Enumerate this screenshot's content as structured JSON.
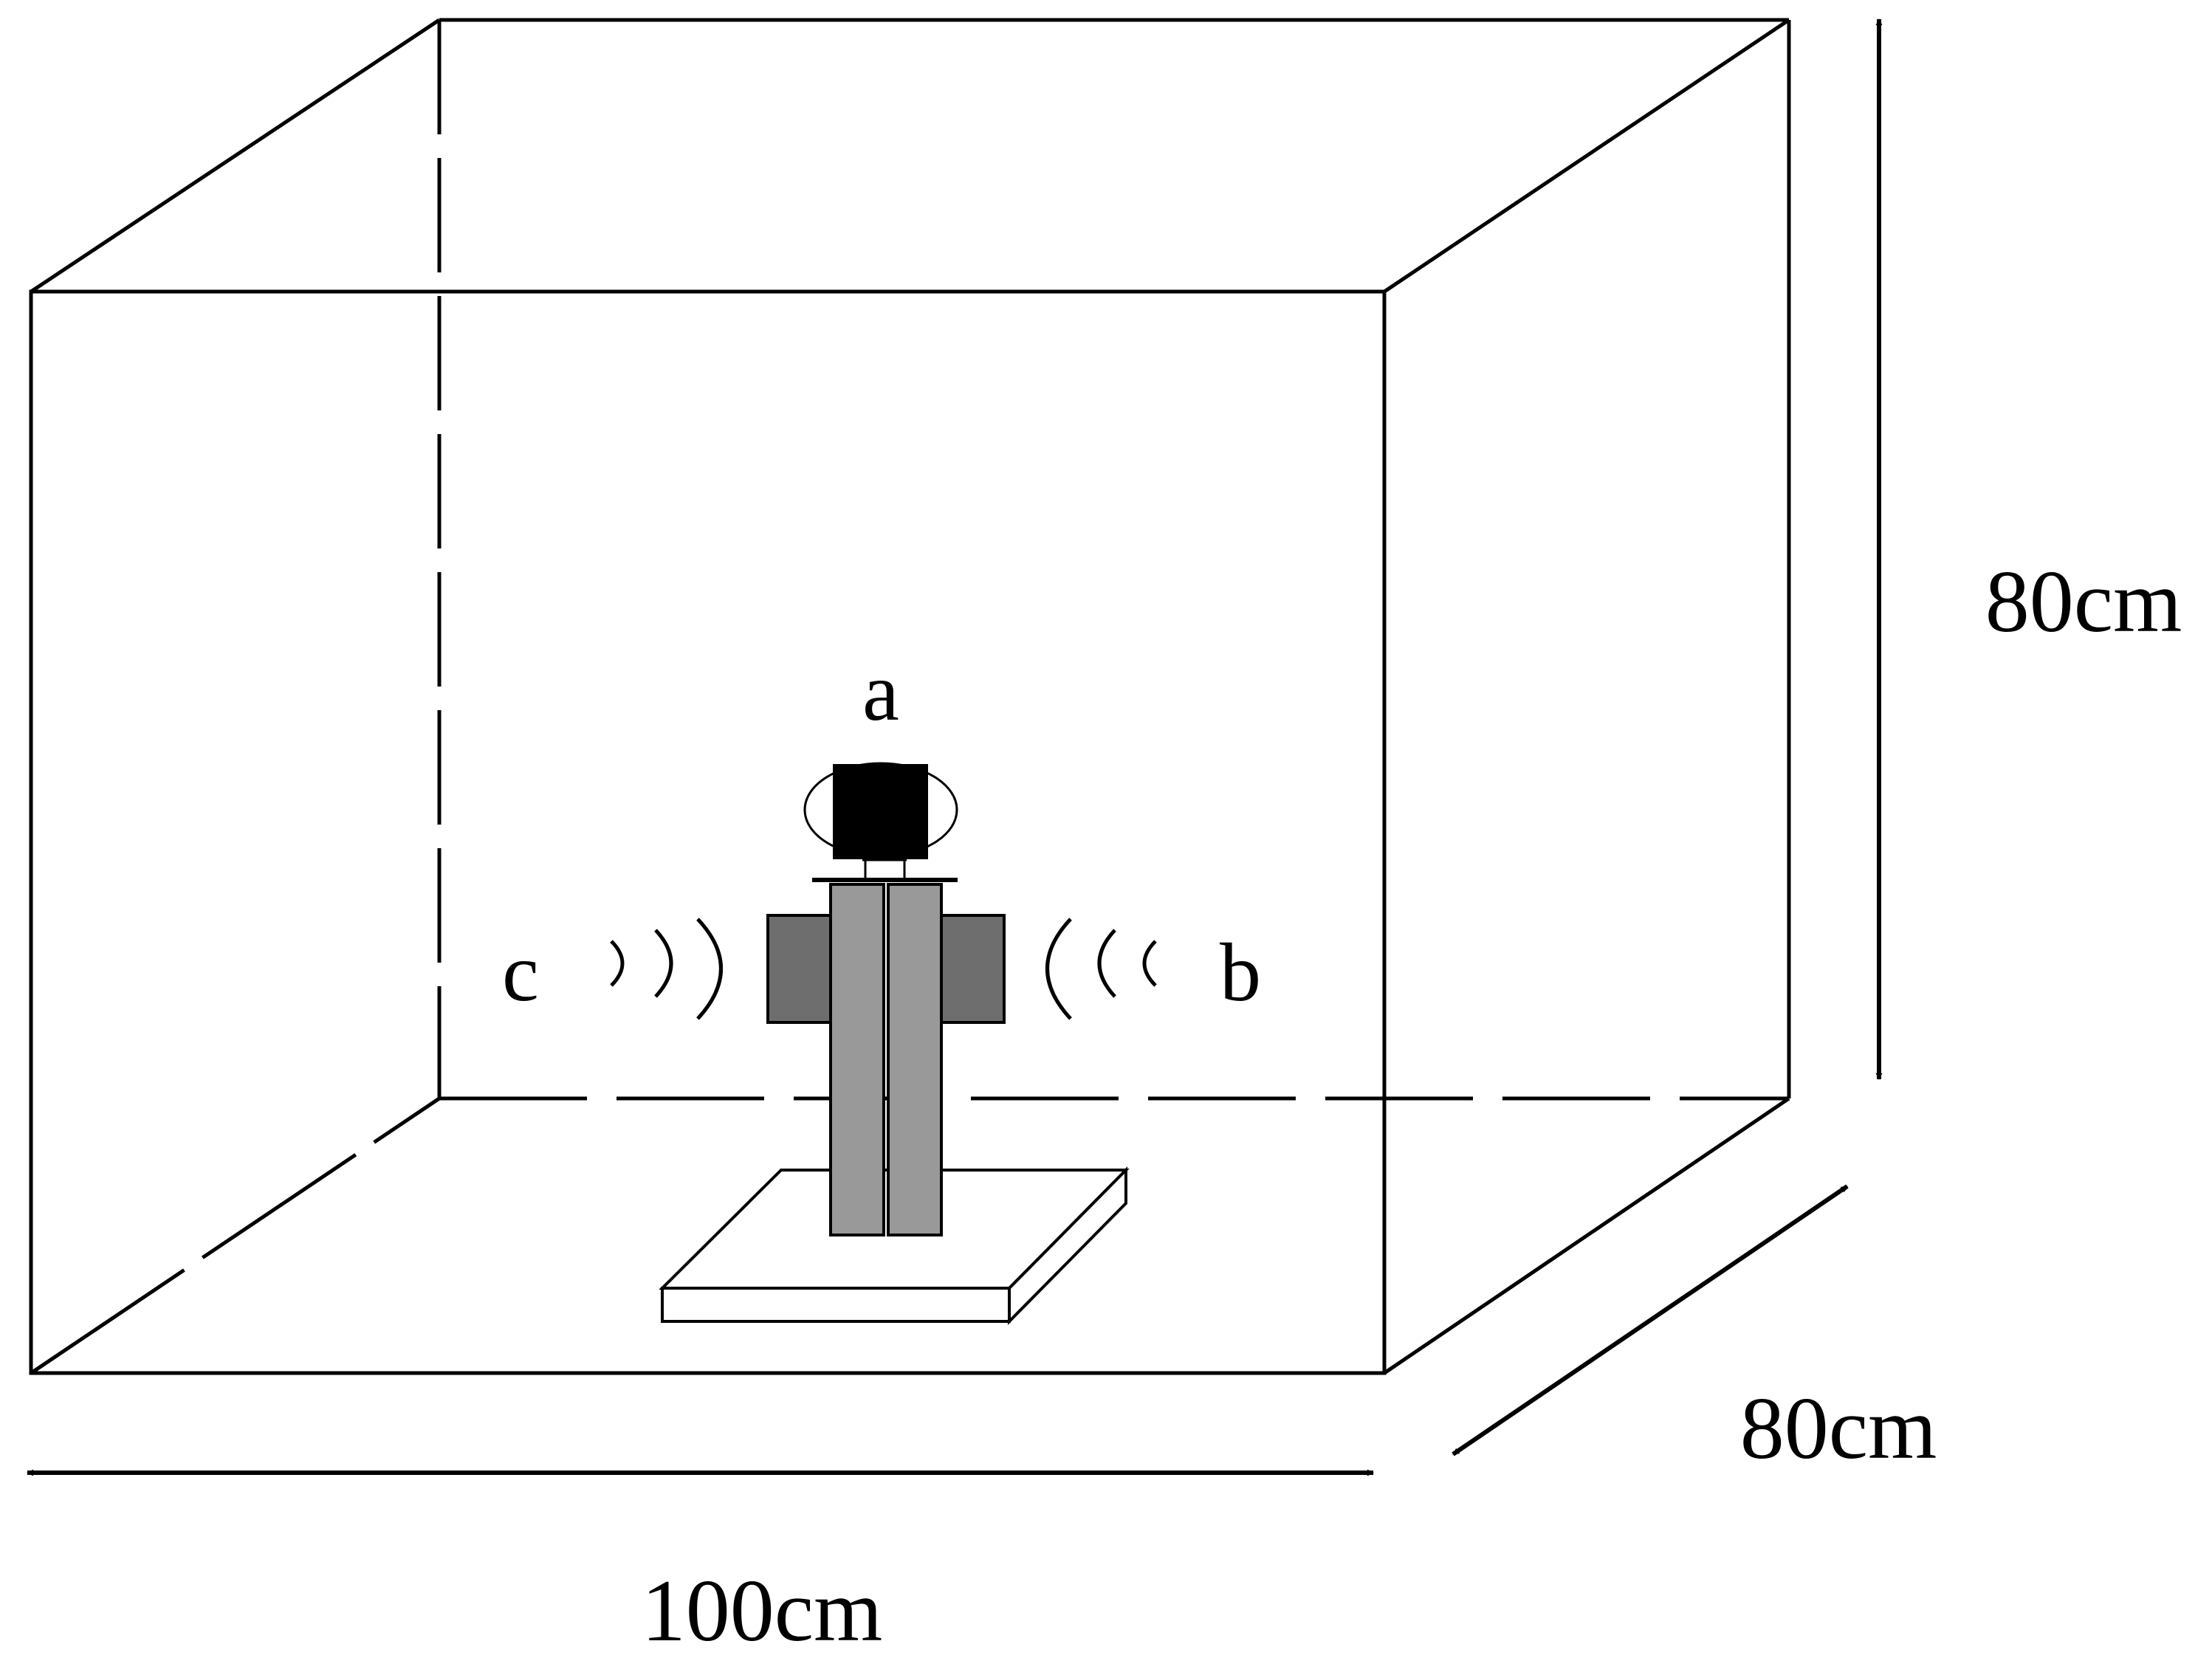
{
  "labels": {
    "top_sensor": "a",
    "right_sensor": "b",
    "left_sensor": "c",
    "height": "80cm",
    "depth": "80cm",
    "width": "100cm"
  },
  "colors": {
    "line": "#000000",
    "background": "#ffffff",
    "post_fill": "#999999",
    "side_block_fill": "#6e6e6e",
    "top_block_fill": "#000000"
  }
}
